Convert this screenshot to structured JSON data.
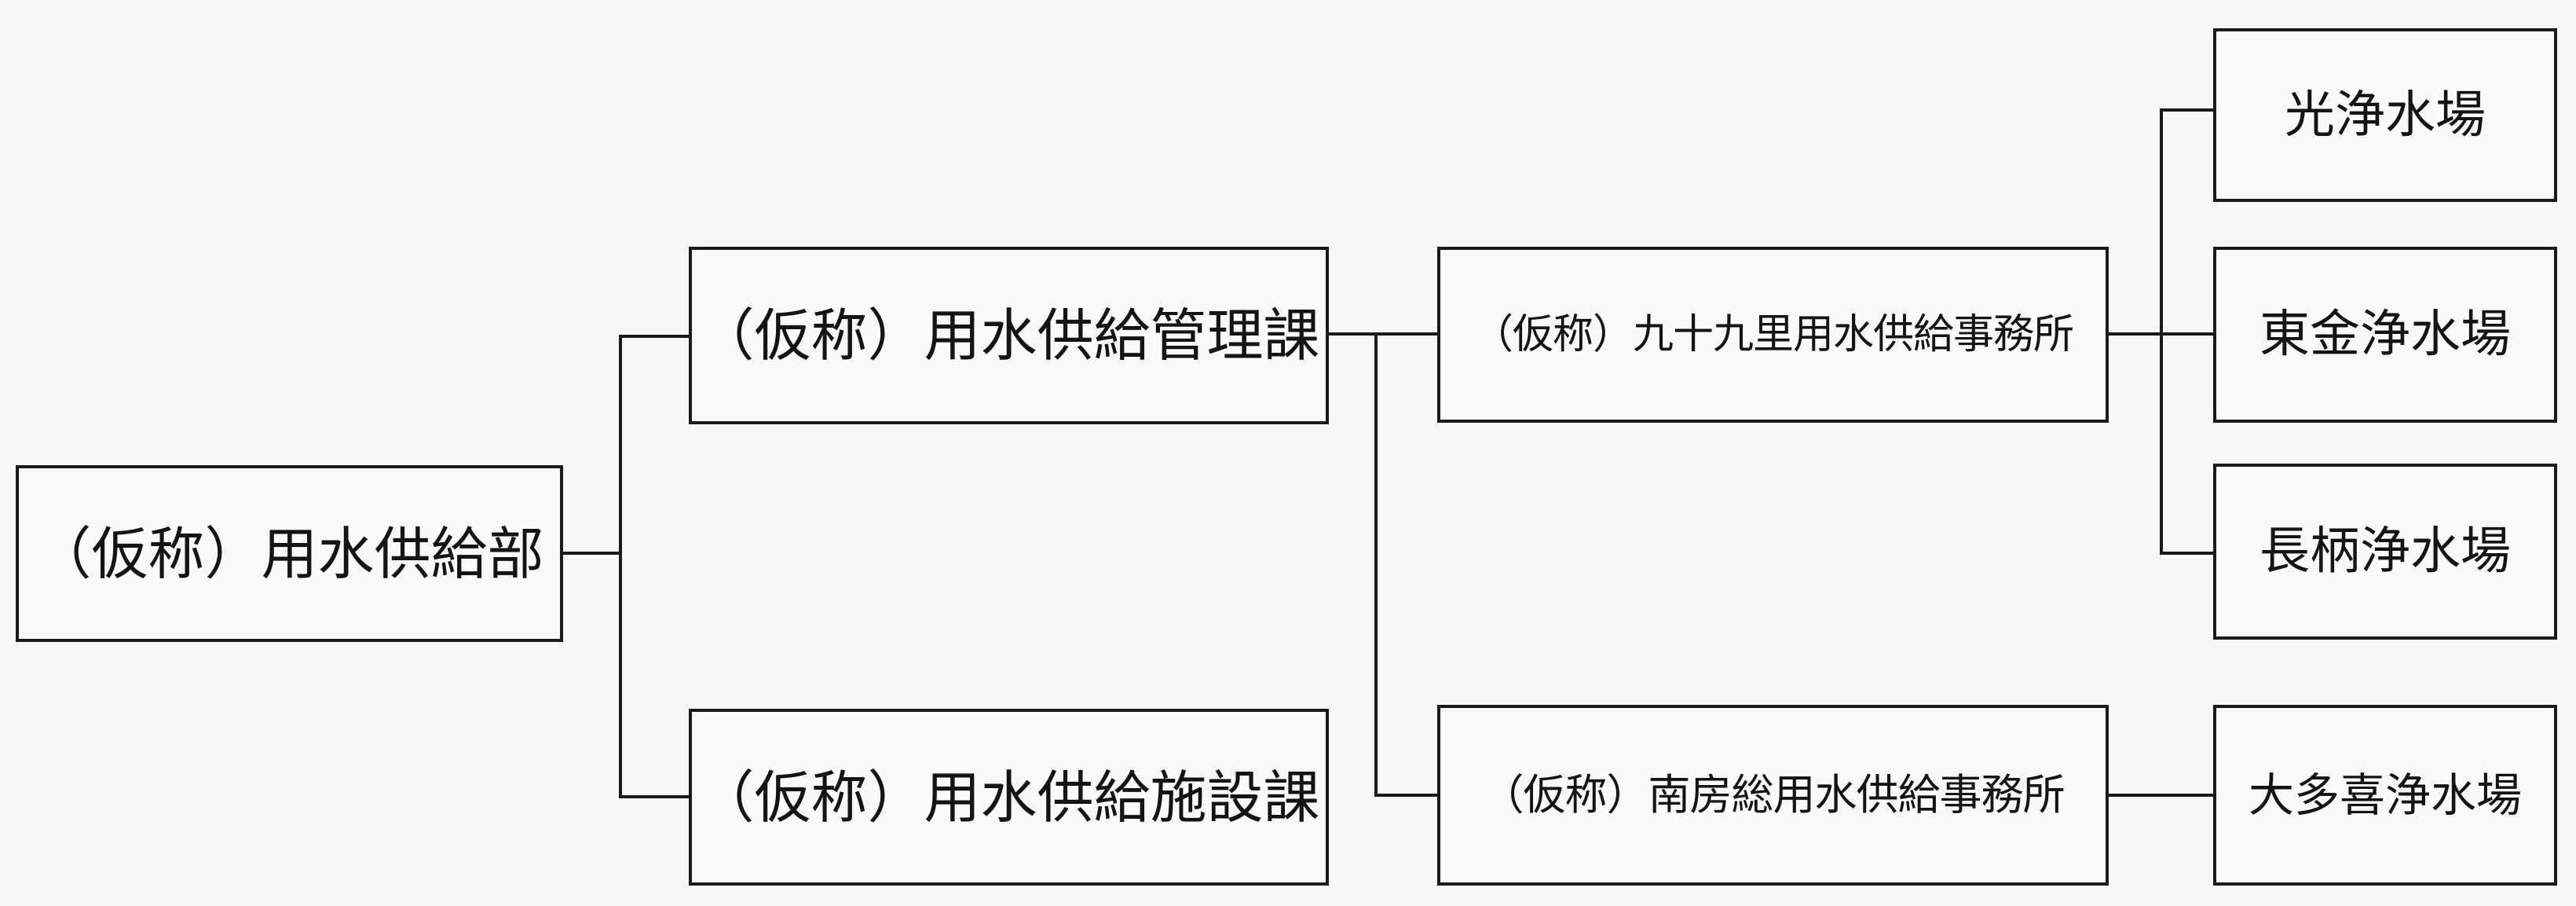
{
  "org_chart": {
    "department": "（仮称）用水供給部",
    "divisions": {
      "management": "（仮称）用水供給管理課",
      "facilities": "（仮称）用水供給施設課"
    },
    "offices": {
      "kujukuri": "（仮称）九十九里用水供給事務所",
      "minamiboso": "（仮称）南房総用水供給事務所"
    },
    "plants": {
      "hikari": "光浄水場",
      "togane": "東金浄水場",
      "nagara": "長柄浄水場",
      "otaki": "大多喜浄水場"
    }
  }
}
